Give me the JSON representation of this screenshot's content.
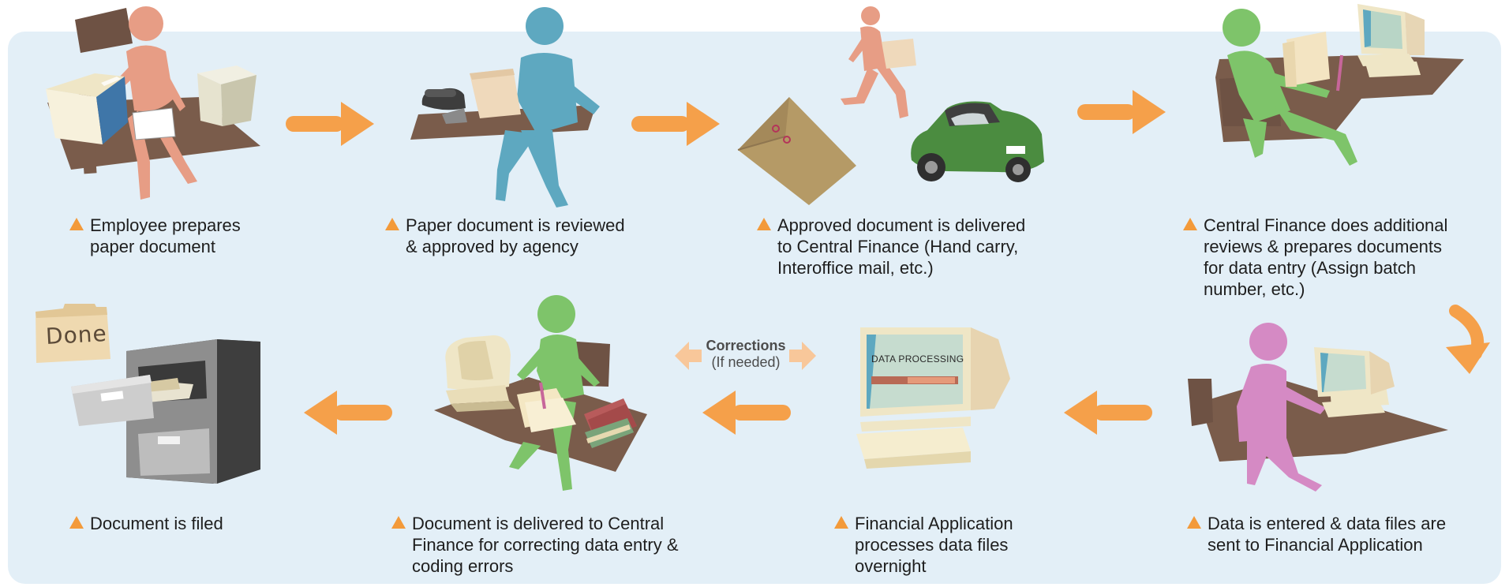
{
  "steps": [
    {
      "id": "prepare",
      "lines": [
        "Employee prepares",
        "paper document"
      ]
    },
    {
      "id": "review",
      "lines": [
        "Paper document is reviewed",
        "& approved by agency"
      ]
    },
    {
      "id": "deliver",
      "lines": [
        "Approved document is delivered",
        "to Central Finance (Hand carry,",
        "Interoffice mail, etc.)"
      ]
    },
    {
      "id": "central-review",
      "lines": [
        "Central Finance does additional",
        "reviews & prepares documents",
        "for data entry (Assign batch",
        "number, etc.)"
      ]
    },
    {
      "id": "data-entry",
      "lines": [
        "Data is entered & data files are",
        "sent to Financial Application"
      ]
    },
    {
      "id": "processing",
      "lines": [
        "Financial Application",
        "processes data files",
        "overnight"
      ]
    },
    {
      "id": "corrections",
      "lines": [
        "Document is delivered to Central",
        "Finance for correcting data entry &",
        "coding errors"
      ]
    },
    {
      "id": "filed",
      "lines": [
        "Document is filed"
      ]
    }
  ],
  "corrections_label": {
    "title": "Corrections",
    "subtitle": "(If needed)"
  },
  "screen_text": {
    "data_processing": "DATA PROCESSING"
  },
  "folder_label": "Done",
  "colors": {
    "panel": "#e3eff7",
    "arrow": "#f5a04a",
    "arrow_light": "#f8c79a",
    "desk": "#7a5c4b",
    "person_salmon": "#e79d85",
    "person_teal": "#5ea8c0",
    "person_green": "#7ec46a",
    "person_pink": "#d58ac4",
    "bullet": "#f39a3a"
  }
}
